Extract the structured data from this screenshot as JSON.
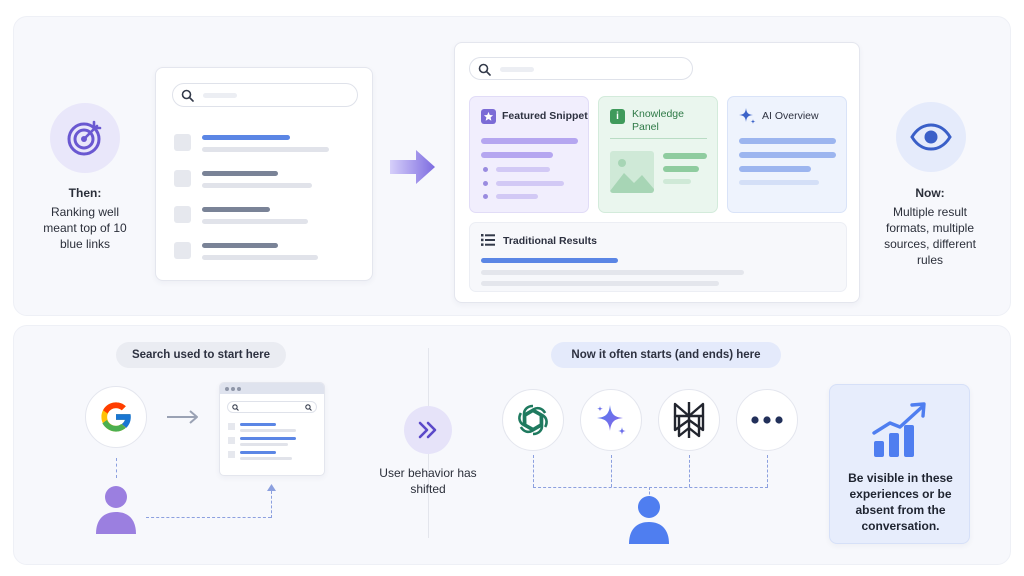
{
  "top": {
    "then_label": "Then:",
    "then_text": "Ranking well meant top of 10 blue links",
    "now_label": "Now:",
    "now_text": "Multiple result formats, multiple sources, different rules",
    "cards": {
      "featured_snippet": "Featured Snippet",
      "knowledge_panel": "Knowledge Panel",
      "ai_overview": "AI Overview",
      "traditional_results": "Traditional Results"
    }
  },
  "bottom": {
    "left_pill": "Search used to start here",
    "middle_text": "User behavior has shifted",
    "right_pill": "Now it often starts (and ends) here",
    "callout": "Be visible in these experiences or be absent from the conversation."
  },
  "colors": {
    "accent_purple": "#7b6bd6",
    "accent_blue": "#5b86e5",
    "green": "#3f9a5b"
  }
}
